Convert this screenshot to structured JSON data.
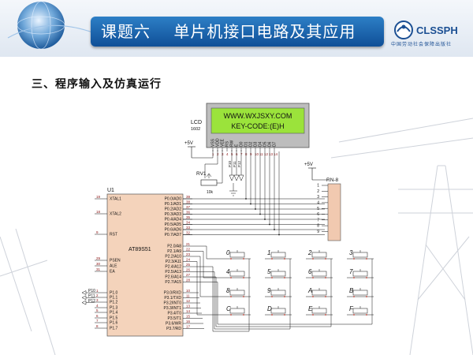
{
  "slide": {
    "title": "课题六    单片机接口电路及其应用",
    "logo_text": "CLSSPH",
    "logo_subtitle": "中国劳动社会保障出版社",
    "section_heading": "三、程序输入及仿真运行"
  },
  "lcd": {
    "label": "LCD",
    "model": "1602",
    "line1": "WWW.WXJSXY.COM",
    "line2": "KEY-CODE:(E)H",
    "pins": [
      "VSS",
      "VDD",
      "VEE",
      "RS",
      "RW",
      "E",
      "D0",
      "D1",
      "D2",
      "D3",
      "D4",
      "D5",
      "D6",
      "D7"
    ],
    "pin_numbers": [
      "1",
      "2",
      "3",
      "4",
      "5",
      "6",
      "7",
      "8",
      "9",
      "10",
      "11",
      "12",
      "13",
      "14"
    ]
  },
  "power": {
    "plus5v_left": "+5V",
    "plus5v_right": "+5V"
  },
  "rv1": {
    "label": "RV1",
    "value": "10k",
    "wipers": [
      "P10",
      "P11",
      "P12"
    ]
  },
  "rn8": {
    "label": "RN-8",
    "pins": [
      "1",
      "2",
      "3",
      "4",
      "5",
      "6",
      "7",
      "8",
      "9"
    ]
  },
  "mcu": {
    "ref": "U1",
    "name": "AT89S51",
    "left_pins": [
      {
        "num": "19",
        "name": "XTAL1"
      },
      {
        "num": "18",
        "name": "XTAL2"
      },
      {
        "num": "9",
        "name": "RST"
      },
      {
        "num": "29",
        "name": "PSEN"
      },
      {
        "num": "30",
        "name": "ALE"
      },
      {
        "num": "31",
        "name": "EA"
      },
      {
        "num": "1",
        "name": "P1.0"
      },
      {
        "num": "2",
        "name": "P1.1"
      },
      {
        "num": "3",
        "name": "P1.2"
      },
      {
        "num": "4",
        "name": "P1.3"
      },
      {
        "num": "5",
        "name": "P1.4"
      },
      {
        "num": "6",
        "name": "P1.5"
      },
      {
        "num": "7",
        "name": "P1.6"
      },
      {
        "num": "8",
        "name": "P1.7"
      }
    ],
    "p0_pins": [
      {
        "num": "39",
        "name": "P0.0/AD0"
      },
      {
        "num": "38",
        "name": "P0.1/AD1"
      },
      {
        "num": "37",
        "name": "P0.2/AD2"
      },
      {
        "num": "36",
        "name": "P0.3/AD3"
      },
      {
        "num": "35",
        "name": "P0.4/AD4"
      },
      {
        "num": "34",
        "name": "P0.5/AD5"
      },
      {
        "num": "33",
        "name": "P0.6/AD6"
      },
      {
        "num": "32",
        "name": "P0.7/AD7"
      }
    ],
    "p2_pins": [
      {
        "num": "21",
        "name": "P2.0/A8"
      },
      {
        "num": "22",
        "name": "P2.1/A9"
      },
      {
        "num": "23",
        "name": "P2.2/A10"
      },
      {
        "num": "24",
        "name": "P2.3/A11"
      },
      {
        "num": "25",
        "name": "P2.4/A12"
      },
      {
        "num": "26",
        "name": "P2.5/A13"
      },
      {
        "num": "27",
        "name": "P2.6/A14"
      },
      {
        "num": "28",
        "name": "P2.7/A15"
      }
    ],
    "p3_pins": [
      {
        "num": "10",
        "name": "P3.0/RXD"
      },
      {
        "num": "11",
        "name": "P3.1/TXD"
      },
      {
        "num": "12",
        "name": "P3.2/INT0"
      },
      {
        "num": "13",
        "name": "P3.3/INT1"
      },
      {
        "num": "14",
        "name": "P3.4/T0"
      },
      {
        "num": "15",
        "name": "P3.5/T1"
      },
      {
        "num": "16",
        "name": "P3.6/WR"
      },
      {
        "num": "17",
        "name": "P3.7/RD"
      }
    ],
    "p1_inputs": [
      "P10",
      "P11",
      "P12"
    ]
  },
  "keypad": {
    "keys": [
      "0",
      "1",
      "2",
      "3",
      "4",
      "5",
      "6",
      "7",
      "8",
      "9",
      "A",
      "B",
      "C",
      "D",
      "E",
      "F"
    ]
  }
}
